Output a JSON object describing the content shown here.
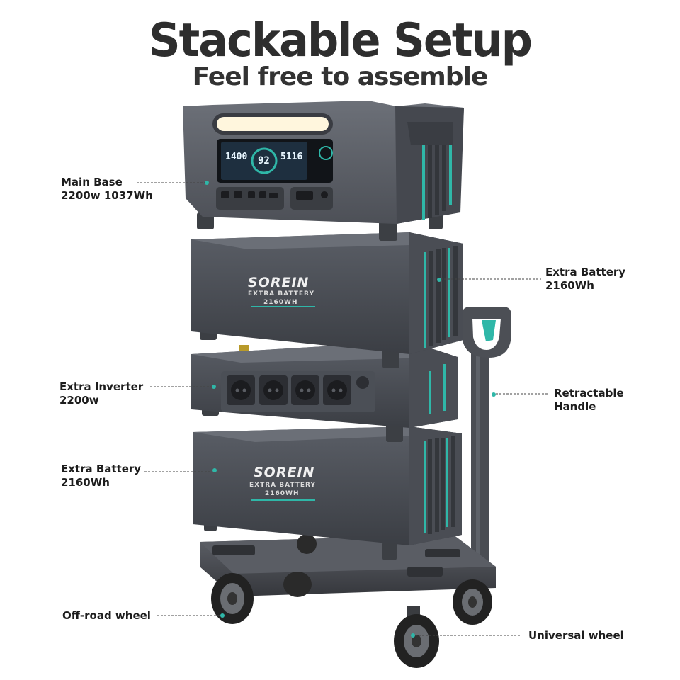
{
  "heading": {
    "title": "Stackable Setup",
    "subtitle": "Feel free to assemble"
  },
  "labels": {
    "main_base": [
      "Main Base",
      "2200w 1037Wh"
    ],
    "extra_battery_top": [
      "Extra Battery",
      "2160Wh"
    ],
    "extra_inverter": [
      "Extra Inverter",
      "2200w"
    ],
    "retractable_handle": [
      "Retractable",
      "Handle"
    ],
    "extra_battery_bottom": [
      "Extra Battery",
      "2160Wh"
    ],
    "off_road_wheel": [
      "Off-road wheel"
    ],
    "universal_wheel": [
      "Universal wheel"
    ]
  },
  "product": {
    "brand": "SOREIN",
    "battery_line1": "EXTRA BATTERY",
    "battery_line2": "2160WH",
    "display_left": "1400",
    "display_center": "92",
    "display_right": "5116"
  },
  "colors": {
    "accent_teal": "#2fb7a8",
    "body_dark": "#3c3f45",
    "body_mid": "#54585f"
  }
}
